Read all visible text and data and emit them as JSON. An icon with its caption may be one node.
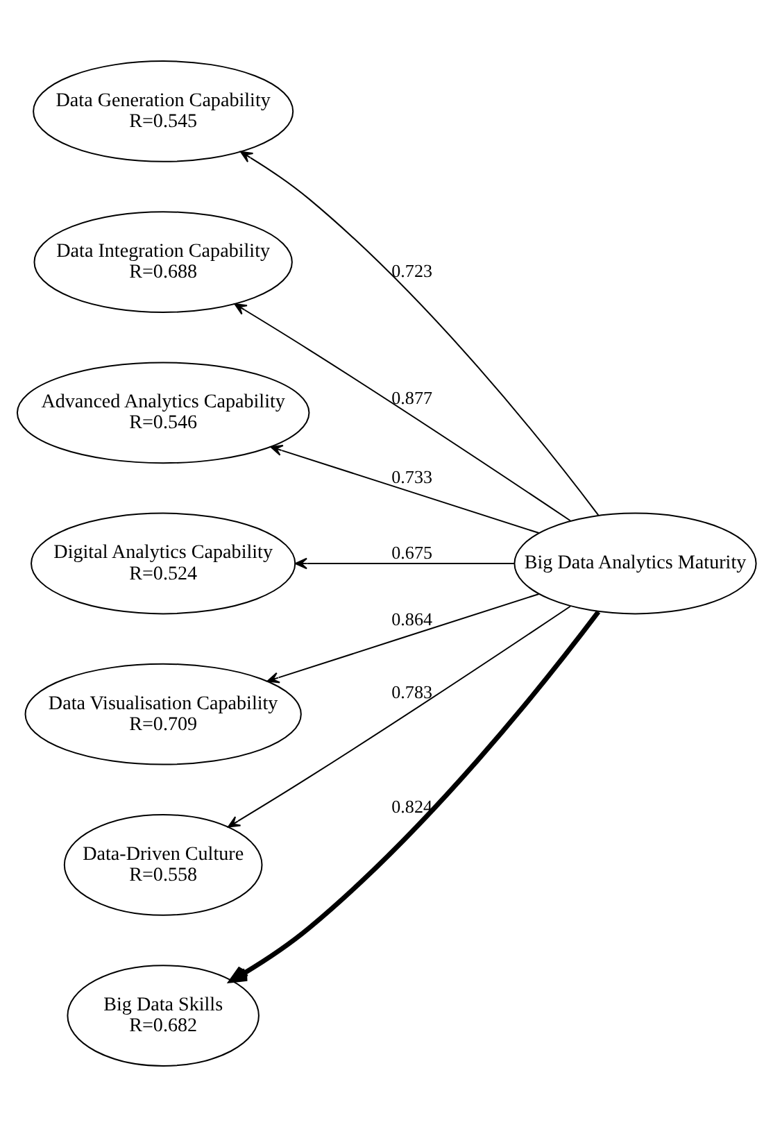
{
  "diagram": {
    "nodes": [
      {
        "text": [
          "Data Generation Capability",
          "R=0.545"
        ]
      },
      {
        "text": [
          "Data Integration Capability",
          "R=0.688"
        ]
      },
      {
        "text": [
          "Advanced Analytics Capability",
          "R=0.546"
        ]
      },
      {
        "text": [
          "Digital Analytics Capability",
          "R=0.524"
        ]
      },
      {
        "text": [
          "Data Visualisation Capability",
          "R=0.709"
        ]
      },
      {
        "text": [
          "Data-Driven Culture",
          "R=0.558"
        ]
      },
      {
        "text": [
          "Big Data Skills",
          "R=0.682"
        ]
      },
      {
        "text": [
          "Big Data Analytics Maturity"
        ]
      }
    ],
    "edges": [
      {
        "from": 7,
        "to": 0,
        "arrow": "to",
        "label": "0.723"
      },
      {
        "from": 7,
        "to": 1,
        "arrow": "to",
        "label": "0.877"
      },
      {
        "from": 7,
        "to": 2,
        "arrow": "to",
        "label": "0.733"
      },
      {
        "from": 7,
        "to": 3,
        "arrow": "to",
        "label": "0.675"
      },
      {
        "from": 7,
        "to": 4,
        "arrow": "to",
        "label": "0.864"
      },
      {
        "from": 7,
        "to": 5,
        "arrow": "to",
        "label": "0.783"
      },
      {
        "from": 7,
        "to": 6,
        "arrow": "to",
        "label": "0.824",
        "style": "thick"
      }
    ]
  }
}
